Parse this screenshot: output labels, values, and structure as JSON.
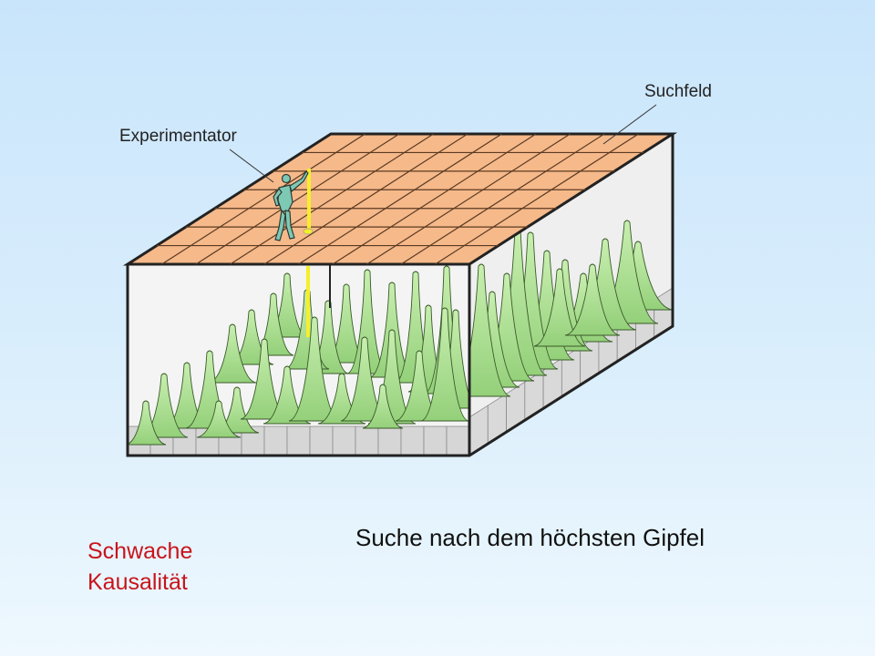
{
  "labels": {
    "search_field": "Suchfeld",
    "experimenter": "Experimentator"
  },
  "captions": {
    "main": "Suche nach dem höchsten Gipfel",
    "causality_line1": "Schwache",
    "causality_line2": "Kausalität"
  },
  "colors": {
    "grid_fill": "#f6b98a",
    "peak_fill": "#b9e6a1",
    "box_outline": "#222222",
    "pole": "#f5ef2a",
    "figure": "#7ec9b4",
    "causality_text": "#c8141b"
  },
  "icons": {
    "experimenter": "person-figure-icon"
  }
}
